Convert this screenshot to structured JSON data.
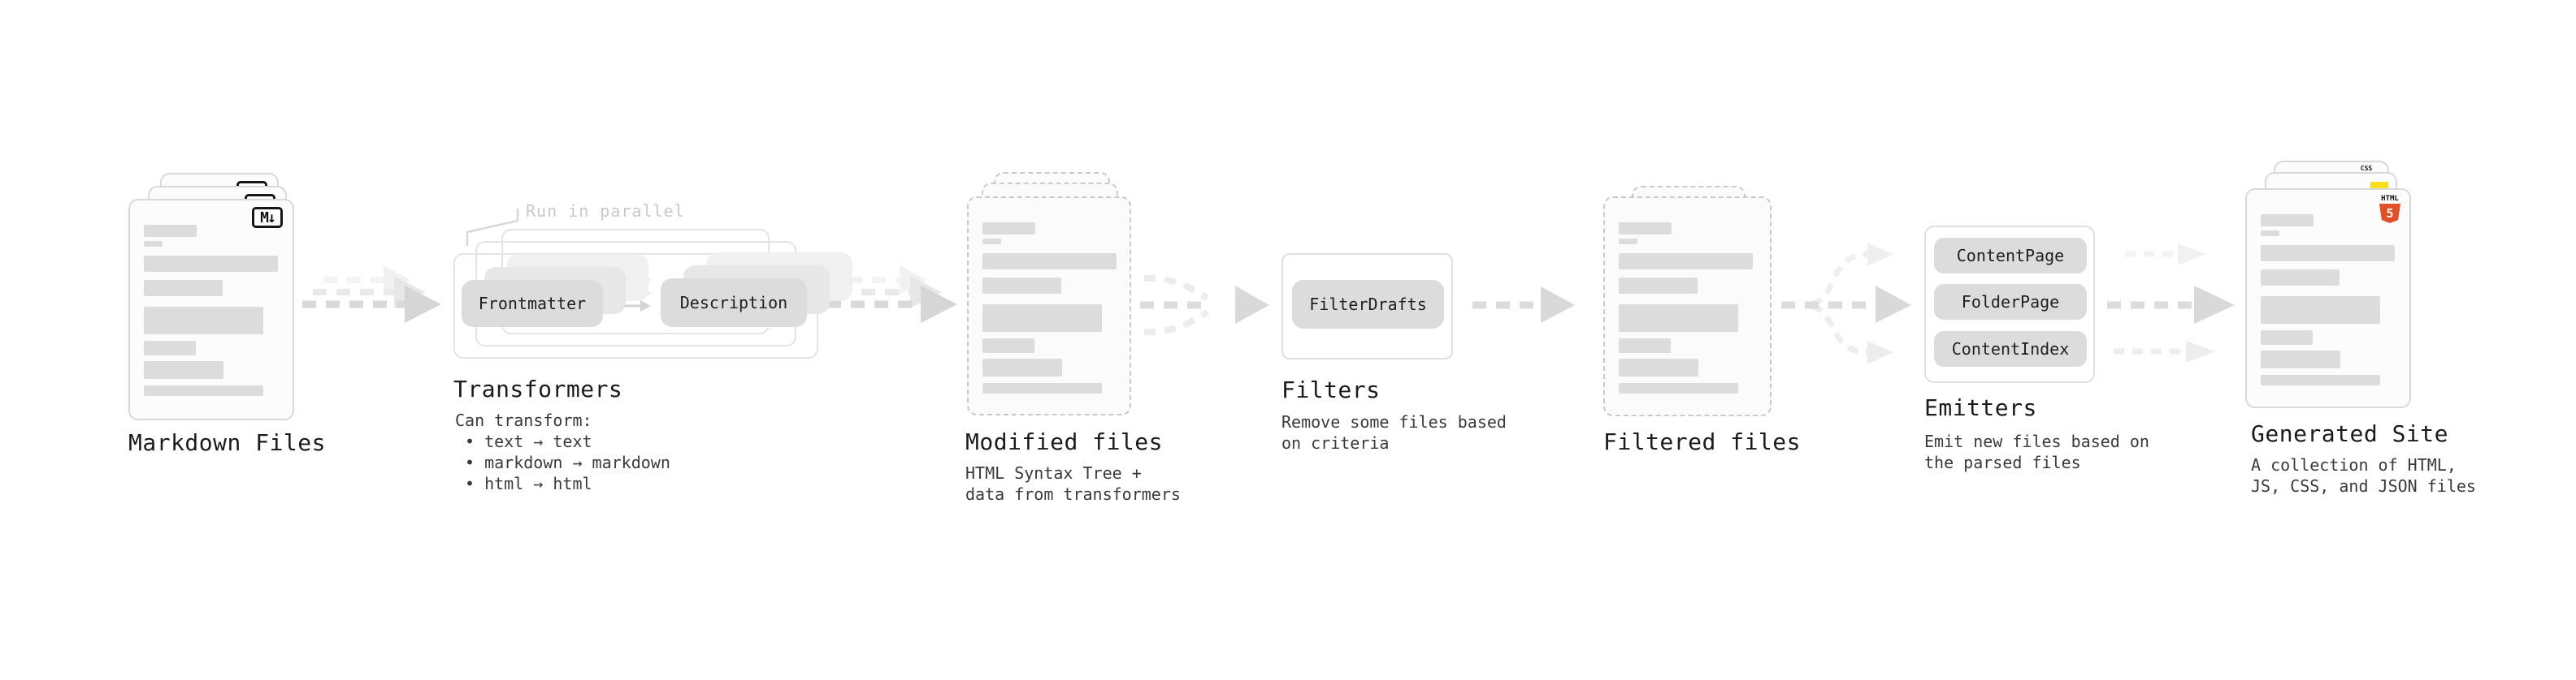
{
  "colors": {
    "html5_orange": "#e34f26",
    "js_yellow": "#f7df1e",
    "css_blue": "#2965f1",
    "node_fill": "#dcdcdc",
    "arrow_gray": "#d9d9d9",
    "annotation_gray": "#c9c9c9"
  },
  "badges": {
    "markdown": "M↓",
    "css": "CSS",
    "html": "HTML",
    "html_number": "5"
  },
  "stages": {
    "markdown_files": {
      "label": "Markdown Files"
    },
    "transformers": {
      "label": "Transformers",
      "annotation": "Run in parallel",
      "nodes": {
        "frontmatter": "Frontmatter",
        "description": "Description"
      },
      "desc": [
        "Can transform:",
        "• text → text",
        "• markdown → markdown",
        "• html → html"
      ]
    },
    "modified_files": {
      "label": "Modified files",
      "desc": [
        "HTML Syntax Tree +",
        "data from transformers"
      ]
    },
    "filters": {
      "label": "Filters",
      "nodes": {
        "filter_drafts": "FilterDrafts"
      },
      "desc": [
        "Remove some files based",
        "on criteria"
      ]
    },
    "filtered_files": {
      "label": "Filtered files"
    },
    "emitters": {
      "label": "Emitters",
      "nodes": {
        "content_page": "ContentPage",
        "folder_page": "FolderPage",
        "content_index": "ContentIndex"
      },
      "desc": [
        "Emit new files based on",
        "the parsed files"
      ]
    },
    "generated_site": {
      "label": "Generated Site",
      "desc": [
        "A collection of HTML,",
        "JS, CSS, and JSON files"
      ]
    }
  }
}
